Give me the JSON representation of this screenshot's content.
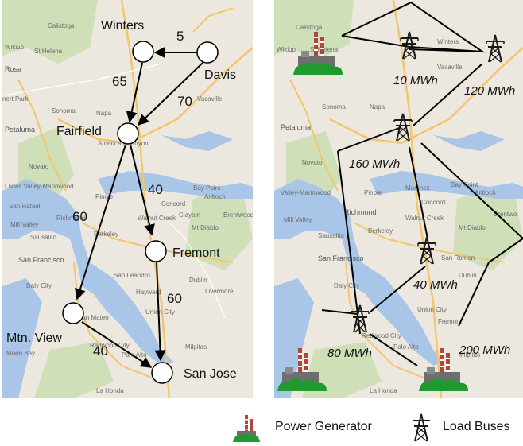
{
  "left_graph": {
    "nodes": {
      "winters": "Winters",
      "davis": "Davis",
      "fairfield": "Fairfield",
      "fremont": "Fremont",
      "mtn_view": "Mtn. View",
      "san_jose": "San Jose"
    },
    "edges": {
      "davis_winters": "5",
      "winters_fairfield": "65",
      "davis_fairfield": "70",
      "fairfield_fremont": "40",
      "fairfield_mtnview": "60",
      "fremont_sanjose": "60",
      "mtnview_sanjose": "40"
    }
  },
  "right_graph": {
    "loads": {
      "bus_a": "10 MWh",
      "bus_b": "120 MWh",
      "bus_c": "160 MWh",
      "bus_d": "40 MWh",
      "bus_e": "80 MWh",
      "bus_f": "200 MWh"
    }
  },
  "map_labels": {
    "left": [
      "Calistoga",
      "Wikiup",
      "St Helena",
      "Rosa",
      "nert Park",
      "Sonoma",
      "Napa",
      "Petaluma",
      "Novato",
      "Lucas Valley-Marinwood",
      "San Rafael",
      "Mill Valley",
      "Sausalito",
      "Pinole",
      "Berkeley",
      "San Francisco",
      "Daly City",
      "San Leandro",
      "Hayward",
      "Dublin",
      "Livermore",
      "Concord",
      "Clayton",
      "Antioch",
      "Brentwood",
      "Bay Point",
      "San Mateo",
      "Redwood City",
      "Union City",
      "Milpitas",
      "Palo Alto",
      "Moon Bay",
      "La Honda",
      "Mt Diablo",
      "Vacaville",
      "American Canyon",
      "Walnut Creek",
      "Richmond"
    ],
    "right": [
      "Calistoga",
      "Wikiup",
      "St Helena",
      "Winters",
      "Vacaville",
      "Sonoma",
      "Napa",
      "Petaluma",
      "Novato",
      "Valley-Marinwood",
      "Pinole",
      "Martinez",
      "Bay Point",
      "Antioch",
      "Richmond",
      "Concord",
      "Walnut Creek",
      "Brentwo",
      "Mill Valley",
      "Berkeley",
      "Sausalito",
      "San Francisco",
      "San Ramon",
      "Daly City",
      "Dublin",
      "Union City",
      "Fremont",
      "Milpitas",
      "Palo Alto",
      "Redwood City",
      "La Honda",
      "Mt Diablo"
    ]
  },
  "legend": {
    "generator_label": "Power Generator",
    "load_label": "Load Buses"
  },
  "colors": {
    "map_land": "#ece8df",
    "map_water": "#a9c6e8",
    "map_green": "#c9dcb0",
    "highway": "#f2c66d",
    "generator_red": "#b0453a",
    "generator_green": "#1f9a2f",
    "tower_dark": "#1a1a1a"
  }
}
